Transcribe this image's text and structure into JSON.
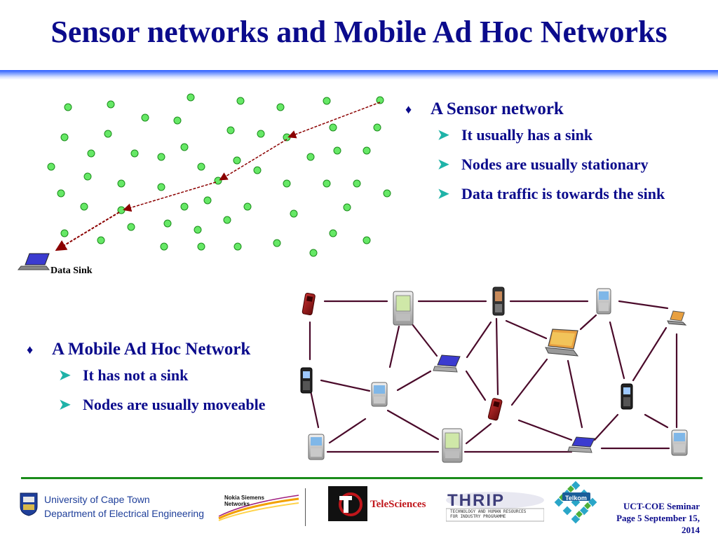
{
  "slide": {
    "title": "Sensor networks and Mobile Ad Hoc Networks",
    "sensor_section": {
      "heading": "A Sensor network",
      "points": [
        "It usually has a sink",
        "Nodes are usually stationary",
        "Data traffic is towards the sink"
      ]
    },
    "manet_section": {
      "heading": "A Mobile Ad Hoc Network",
      "points": [
        "It has not a sink",
        "Nodes are usually moveable"
      ]
    },
    "sink_label": "Data Sink",
    "colors": {
      "title": "#0b0b8c",
      "node_fill": "#66e866",
      "node_stroke": "#1a8c1a",
      "arrow": "#8b0000",
      "link": "#4a0a2a"
    }
  },
  "footer": {
    "uct_line1": "University of Cape Town",
    "uct_line2": "Department of Electrical Engineering",
    "nokia_line1": "Nokia Siemens",
    "nokia_line2": "Networks",
    "telesciences": "TeleSciences",
    "thrip": "THRIP",
    "thrip_sub1": "TECHNOLOGY AND HUMAN RESOURCES",
    "thrip_sub2": "FOR INDUSTRY PROGRAMME",
    "telkom": "Telkom",
    "seminar": "UCT-COE Seminar",
    "page_line": "Page 5 September 15,",
    "year": "2014"
  }
}
